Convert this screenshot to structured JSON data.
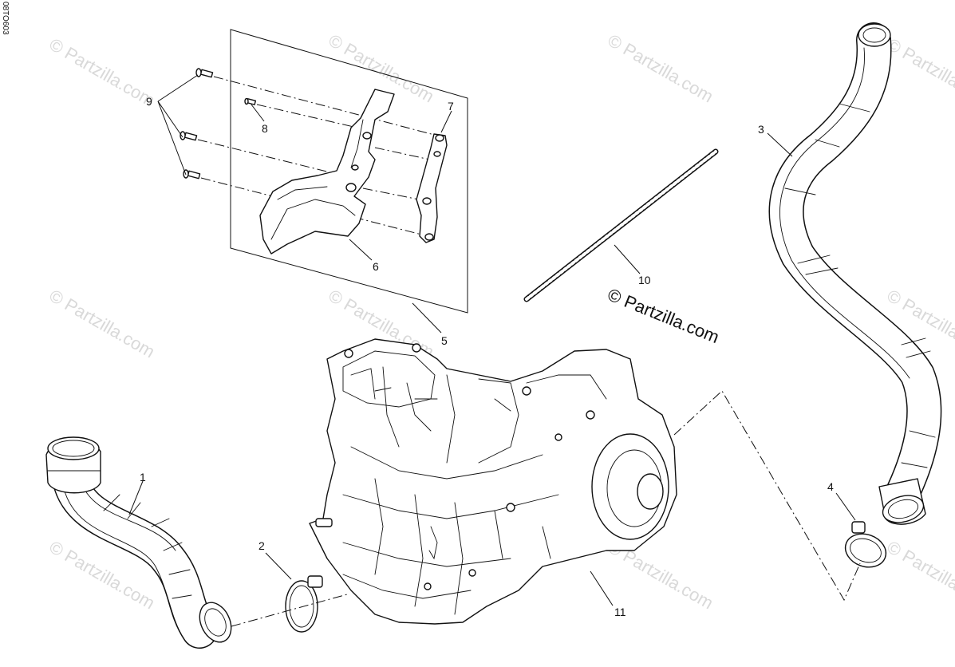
{
  "reference_code": "08TO603",
  "watermark_text": "© Partzilla.com",
  "copyright_text": "© Partzilla.com",
  "callouts": {
    "c1": "1",
    "c2": "2",
    "c3": "3",
    "c4": "4",
    "c5": "5",
    "c6": "6",
    "c7": "7",
    "c8": "8",
    "c9": "9",
    "c10": "10",
    "c11": "11"
  },
  "colors": {
    "line": "#111111",
    "watermark": "#d9d9d9",
    "background": "#ffffff"
  }
}
